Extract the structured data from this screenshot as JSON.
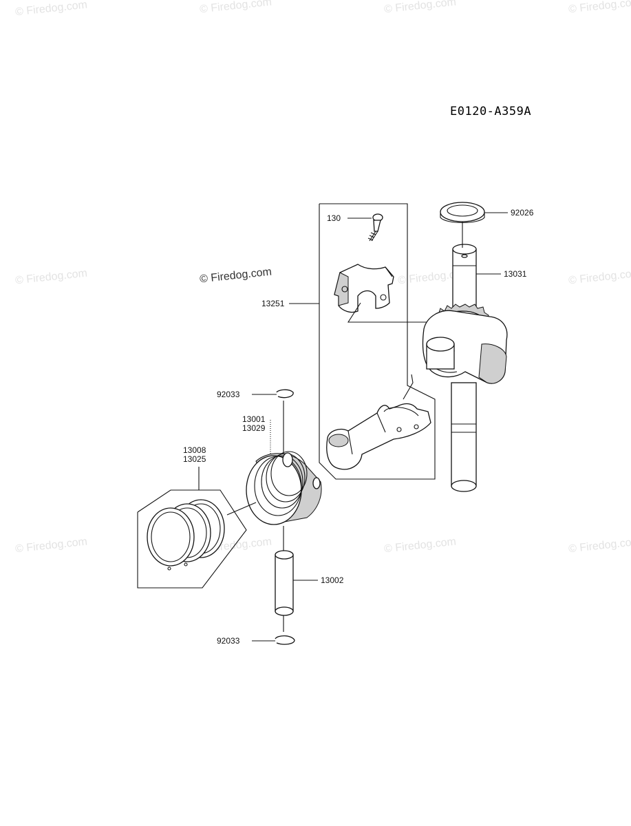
{
  "diagram_code": "E0120-A359A",
  "watermark": "© Firedog.com",
  "parts": {
    "p130": "130",
    "p13251": "13251",
    "p92026": "92026",
    "p13031": "13031",
    "p92033_top": "92033",
    "p13001": "13001",
    "p13029": "13029",
    "p13008": "13008",
    "p13025": "13025",
    "p13002": "13002",
    "p92033_bottom": "92033"
  }
}
